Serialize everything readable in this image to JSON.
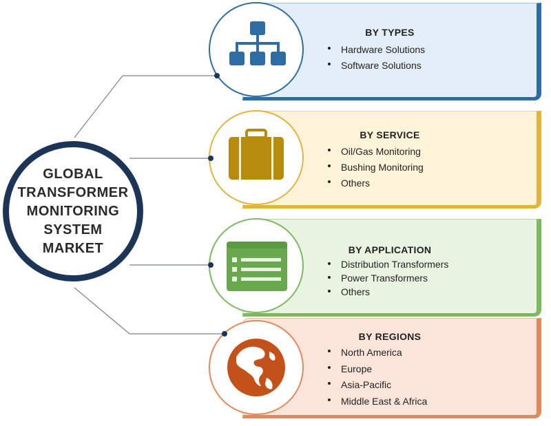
{
  "center": {
    "title_lines": [
      "GLOBAL",
      "TRANSFORMER",
      "MONITORING",
      "SYSTEM",
      "MARKET"
    ]
  },
  "segments": [
    {
      "title": "BY TYPES",
      "items": [
        "Hardware Solutions",
        "Software Solutions"
      ],
      "icon": "hierarchy-icon",
      "accent": "#1f5d96",
      "fill": "#e3eef8",
      "border": "#2e6da4"
    },
    {
      "title": "BY SERVICE",
      "items": [
        "Oil/Gas Monitoring",
        "Bushing Monitoring",
        "Others"
      ],
      "icon": "briefcase-icon",
      "accent": "#b68b0e",
      "fill": "#fdf3d9",
      "border": "#e2b43c"
    },
    {
      "title": "BY APPLICATION",
      "items": [
        "Distribution Transformers",
        "Power Transformers",
        "Others"
      ],
      "icon": "list-window-icon",
      "accent": "#6aa84f",
      "fill": "#e9f3e1",
      "border": "#7cb95f"
    },
    {
      "title": "BY REGIONS",
      "items": [
        "North America",
        "Europe",
        "Asia-Pacific",
        "Middle East & Africa"
      ],
      "icon": "globe-icon",
      "accent": "#c5511a",
      "fill": "#fbe5da",
      "border": "#e08a5b"
    }
  ],
  "colors": {
    "center_ring": "#1c3556",
    "connector": "#7b8288",
    "text": "#222222"
  }
}
